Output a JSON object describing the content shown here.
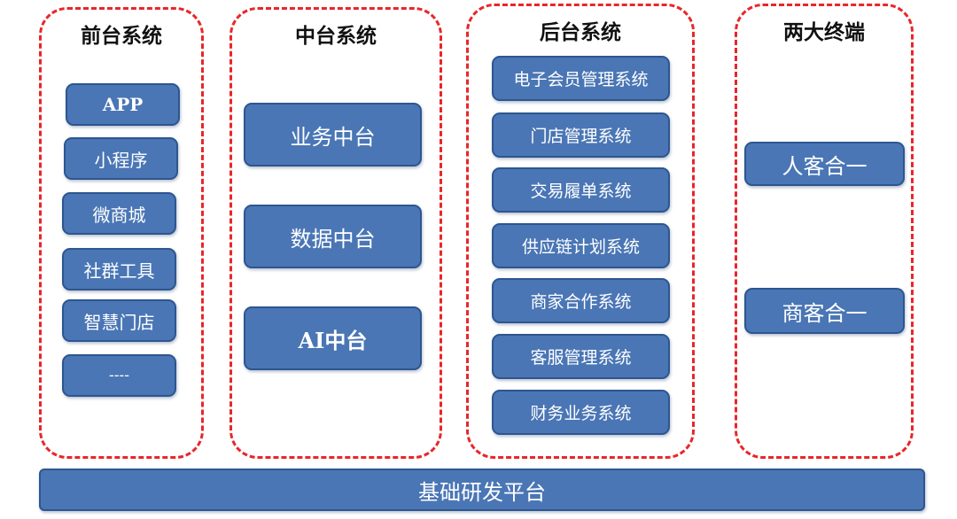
{
  "frontend": {
    "title": "前台系统",
    "items": [
      "APP",
      "小程序",
      "微商城",
      "社群工具",
      "智慧门店",
      "----"
    ]
  },
  "middle": {
    "title": "中台系统",
    "items": [
      "业务中台",
      "数据中台",
      "AI中台"
    ]
  },
  "backend": {
    "title": "后台系统",
    "items": [
      "电子会员管理系统",
      "门店管理系统",
      "交易履单系统",
      "供应链计划系统",
      "商家合作系统",
      "客服管理系统",
      "财务业务系统"
    ]
  },
  "terminals": {
    "title": "两大终端",
    "items": [
      "人客合一",
      "商客合一"
    ]
  },
  "foundation": {
    "label": "基础研发平台"
  },
  "colors": {
    "box_fill": "#4a76b5",
    "box_border": "#2d5690",
    "group_border": "#e8262a",
    "box_text": "#ffffff"
  }
}
